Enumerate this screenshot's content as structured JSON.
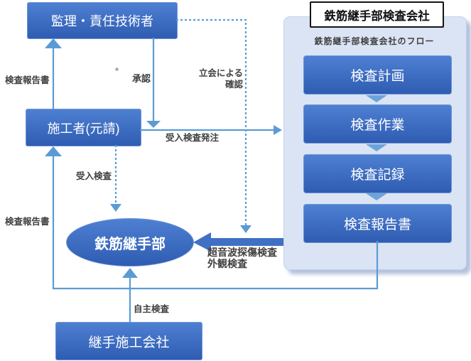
{
  "colors": {
    "node-grad-top": "#4e80d2",
    "node-grad-bottom": "#2e5cb2",
    "node-border": "#6d94d8",
    "connector": "#5b9bd5",
    "thick-arrow": "#4070c4",
    "panel-bg": "#dbe4f4",
    "panel-border": "#c3d2ee",
    "panel-shadow": "#b3c0da",
    "label": "#404040",
    "step-triangle": "#6ea3da",
    "title-border": "#141414"
  },
  "nodes": {
    "supervisor": "監理・責任技術者",
    "contractor": "施工者(元請)",
    "joint": "鉄筋継手部",
    "joint_company": "継手施工会社"
  },
  "panel": {
    "title": "鉄筋継手部検査会社",
    "subtitle": "鉄筋継手部検査会社のフロー",
    "steps": [
      "検査計画",
      "検査作業",
      "検査記録",
      "検査報告書"
    ]
  },
  "labels": {
    "report_to_supervisor": "検査報告書",
    "approval": "承認",
    "asterisk": "*",
    "witness_line1": "立会による",
    "witness_line2": "確認",
    "order": "受入検査発注",
    "acceptance": "受入検査",
    "report_to_contractor": "検査報告書",
    "ultrasonic": "超音波探傷検査",
    "visual": "外観検査",
    "self_inspection": "自主検査"
  }
}
